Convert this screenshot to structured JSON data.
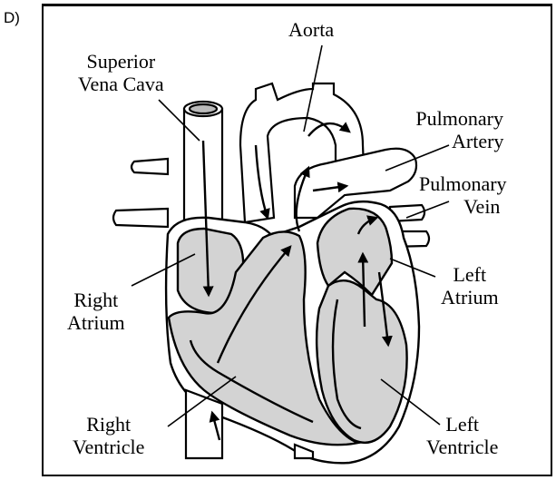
{
  "option_letter": "D)",
  "labels": {
    "aorta": "Aorta",
    "superior_vena_cava_1": "Superior",
    "superior_vena_cava_2": "Vena Cava",
    "pulmonary_artery_1": "Pulmonary",
    "pulmonary_artery_2": "Artery",
    "pulmonary_vein_1": "Pulmonary",
    "pulmonary_vein_2": "Vein",
    "left_atrium_1": "Left",
    "left_atrium_2": "Atrium",
    "right_atrium_1": "Right",
    "right_atrium_2": "Atrium",
    "right_ventricle_1": "Right",
    "right_ventricle_2": "Ventricle",
    "left_ventricle_1": "Left",
    "left_ventricle_2": "Ventricle"
  }
}
